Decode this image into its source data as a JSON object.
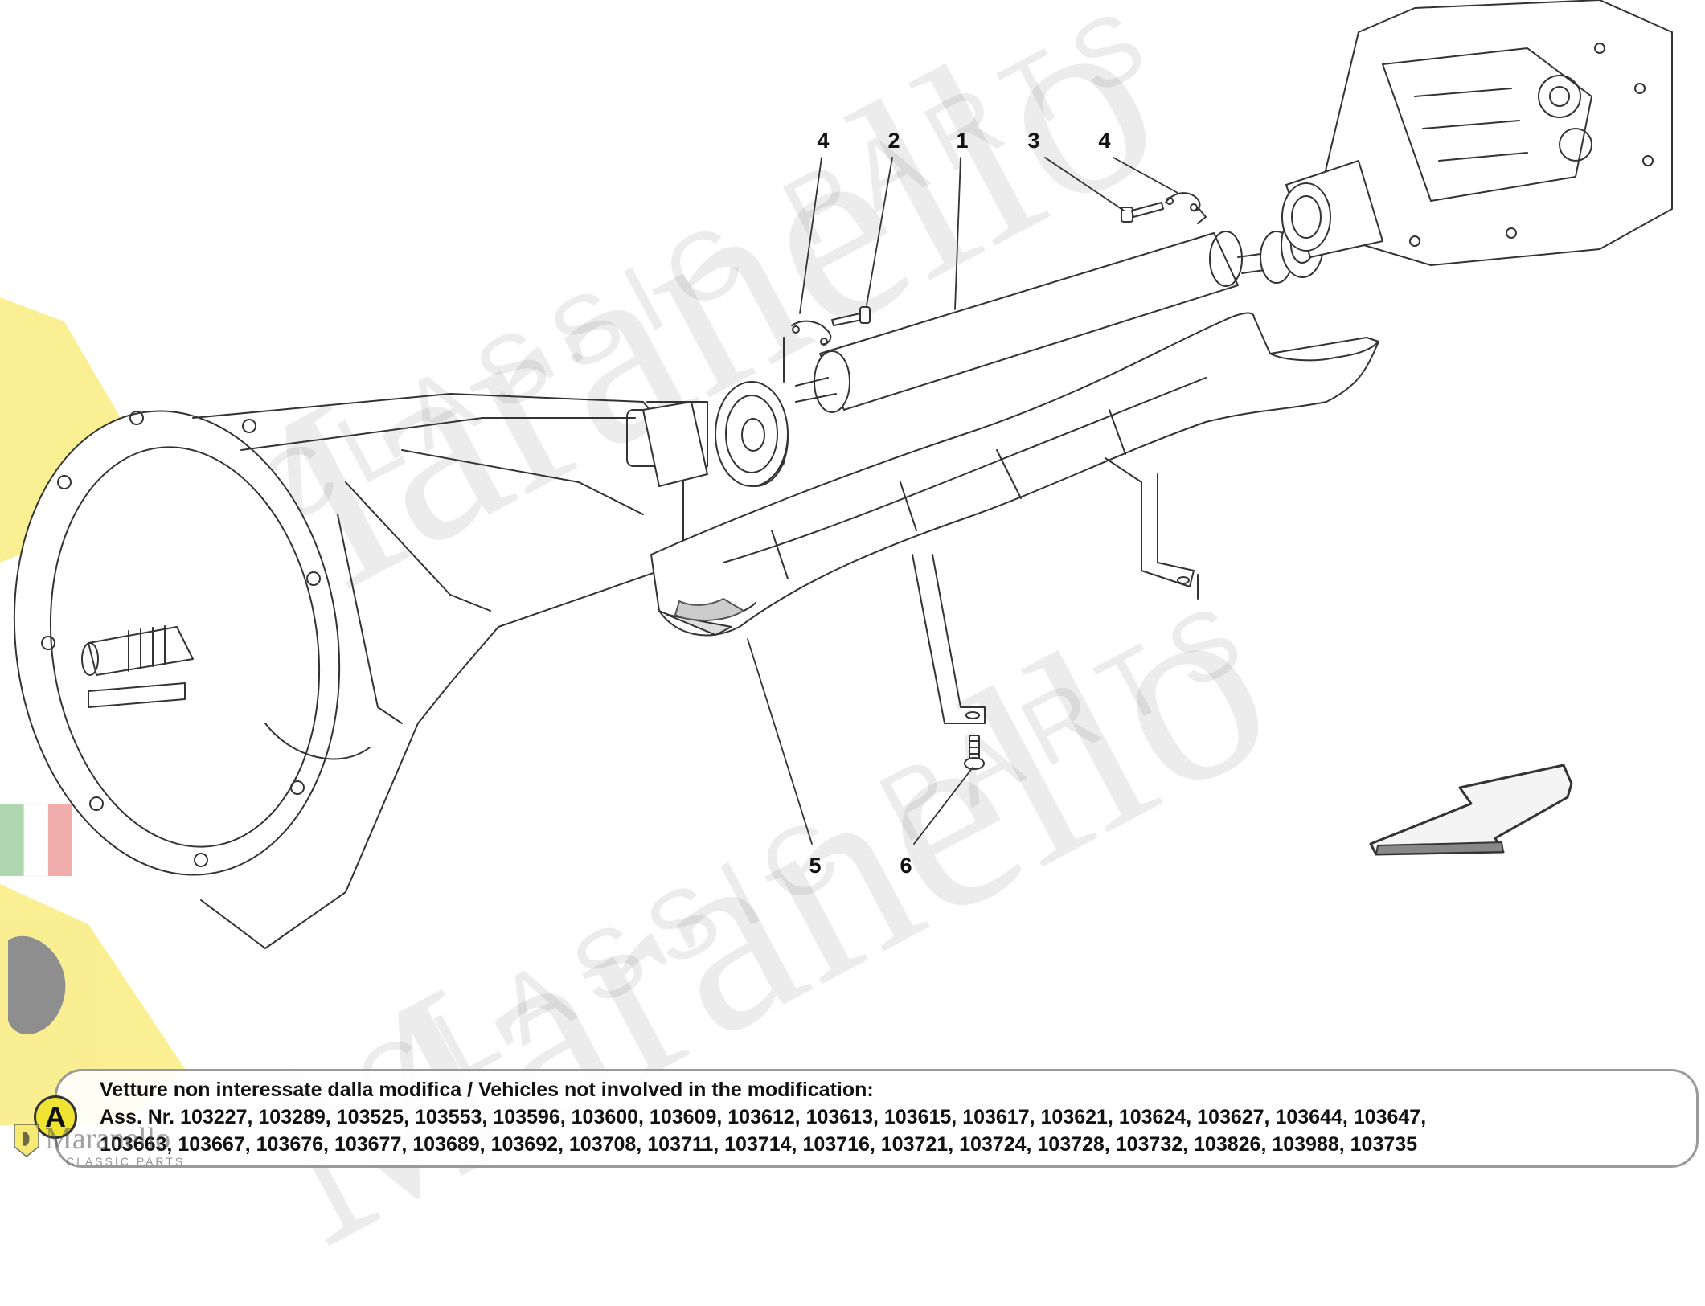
{
  "watermark": {
    "brand": "Maranello",
    "tagline": "CLASSIC PARTS"
  },
  "callouts": [
    {
      "id": "c4a",
      "text": "4"
    },
    {
      "id": "c2",
      "text": "2"
    },
    {
      "id": "c1",
      "text": "1"
    },
    {
      "id": "c3",
      "text": "3"
    },
    {
      "id": "c4b",
      "text": "4"
    },
    {
      "id": "c5",
      "text": "5"
    },
    {
      "id": "c6",
      "text": "6"
    }
  ],
  "note": {
    "badge": "A",
    "line1": "Vetture non interessate dalla modifica / Vehicles not involved in the modification:",
    "line2": "Ass. Nr. 103227, 103289, 103525, 103553, 103596, 103600, 103609, 103612, 103613, 103615, 103617, 103621, 103624, 103627, 103644, 103647,",
    "line3": "103663, 103667, 103676, 103677, 103689, 103692, 103708, 103711, 103714, 103716, 103721, 103724, 103728, 103732, 103826, 103988, 103735"
  },
  "brand": {
    "name": "Maranello",
    "sub": "CLASSIC PARTS"
  },
  "colors": {
    "line": "#333333",
    "ferrari_yellow": "#f5e23a",
    "badge": "#f0e433"
  },
  "icons": [
    "ferrari-shield-icon",
    "direction-arrow-icon",
    "italy-flag-icon"
  ]
}
